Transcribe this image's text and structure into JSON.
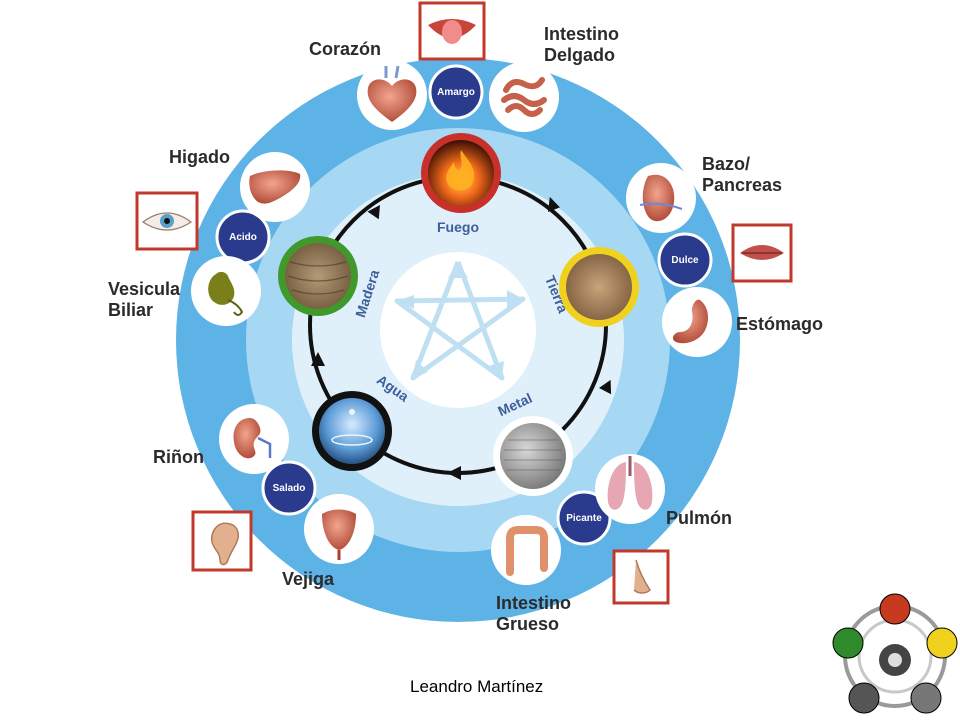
{
  "organs": {
    "corazon": "Corazón",
    "intestino_delgado": "Intestino\nDelgado",
    "bazo_pancreas": "Bazo/\nPancreas",
    "estomago": "Estómago",
    "pulmon": "Pulmón",
    "intestino_grueso": "Intestino\nGrueso",
    "vejiga": "Vejiga",
    "rinon": "Riñon",
    "vesicula_biliar": "Vesicula\nBiliar",
    "higado": "Higado"
  },
  "tastes": {
    "amargo": "Amargo",
    "dulce": "Dulce",
    "picante": "Picante",
    "salado": "Salado",
    "acido": "Acido"
  },
  "elements": {
    "fuego": "Fuego",
    "tierra": "Tierra",
    "metal": "Metal",
    "agua": "Agua",
    "madera": "Madera"
  },
  "colors": {
    "outer_ring": "#5eb3e6",
    "mid_ring": "#a6d7f3",
    "inner_disc": "#dff0fb",
    "taste_badge": "#2a3a8c",
    "fuego": "#c8302a",
    "tierra": "#f0d21e",
    "metal": "#ffffff",
    "agua": "#111111",
    "madera": "#3f9a2b"
  },
  "footer": {
    "author": "Leandro Martínez"
  }
}
